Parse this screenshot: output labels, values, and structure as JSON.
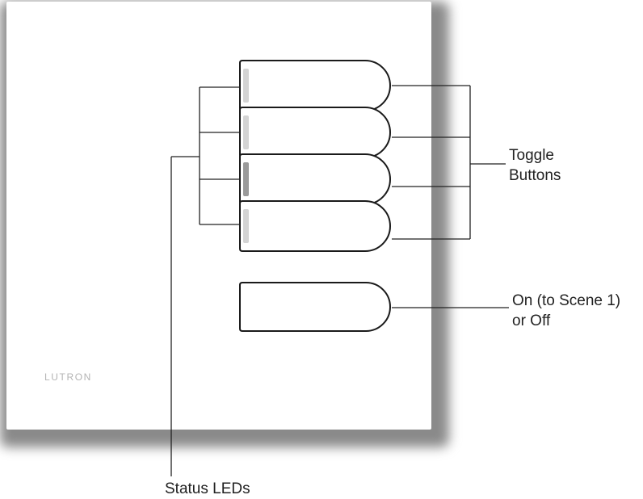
{
  "keypad": {
    "brand_logo": "LUTRON",
    "toggle_buttons": [
      {
        "led_lit": false
      },
      {
        "led_lit": false
      },
      {
        "led_lit": true
      },
      {
        "led_lit": false
      }
    ],
    "on_off_button": {
      "has_led": false
    }
  },
  "callouts": {
    "toggle_buttons": {
      "line1": "Toggle",
      "line2": "Buttons"
    },
    "on_off": {
      "line1": "On (to Scene 1)",
      "line2": "or Off"
    },
    "status_leds": "Status LEDs"
  },
  "colors": {
    "plate": "#ffffff",
    "shadow": "#8a8a8a",
    "outline": "#1a1a1a",
    "leader_line": "#222222",
    "led_lit": "#9a9a9a",
    "led_dim": "#d4d4d4"
  }
}
